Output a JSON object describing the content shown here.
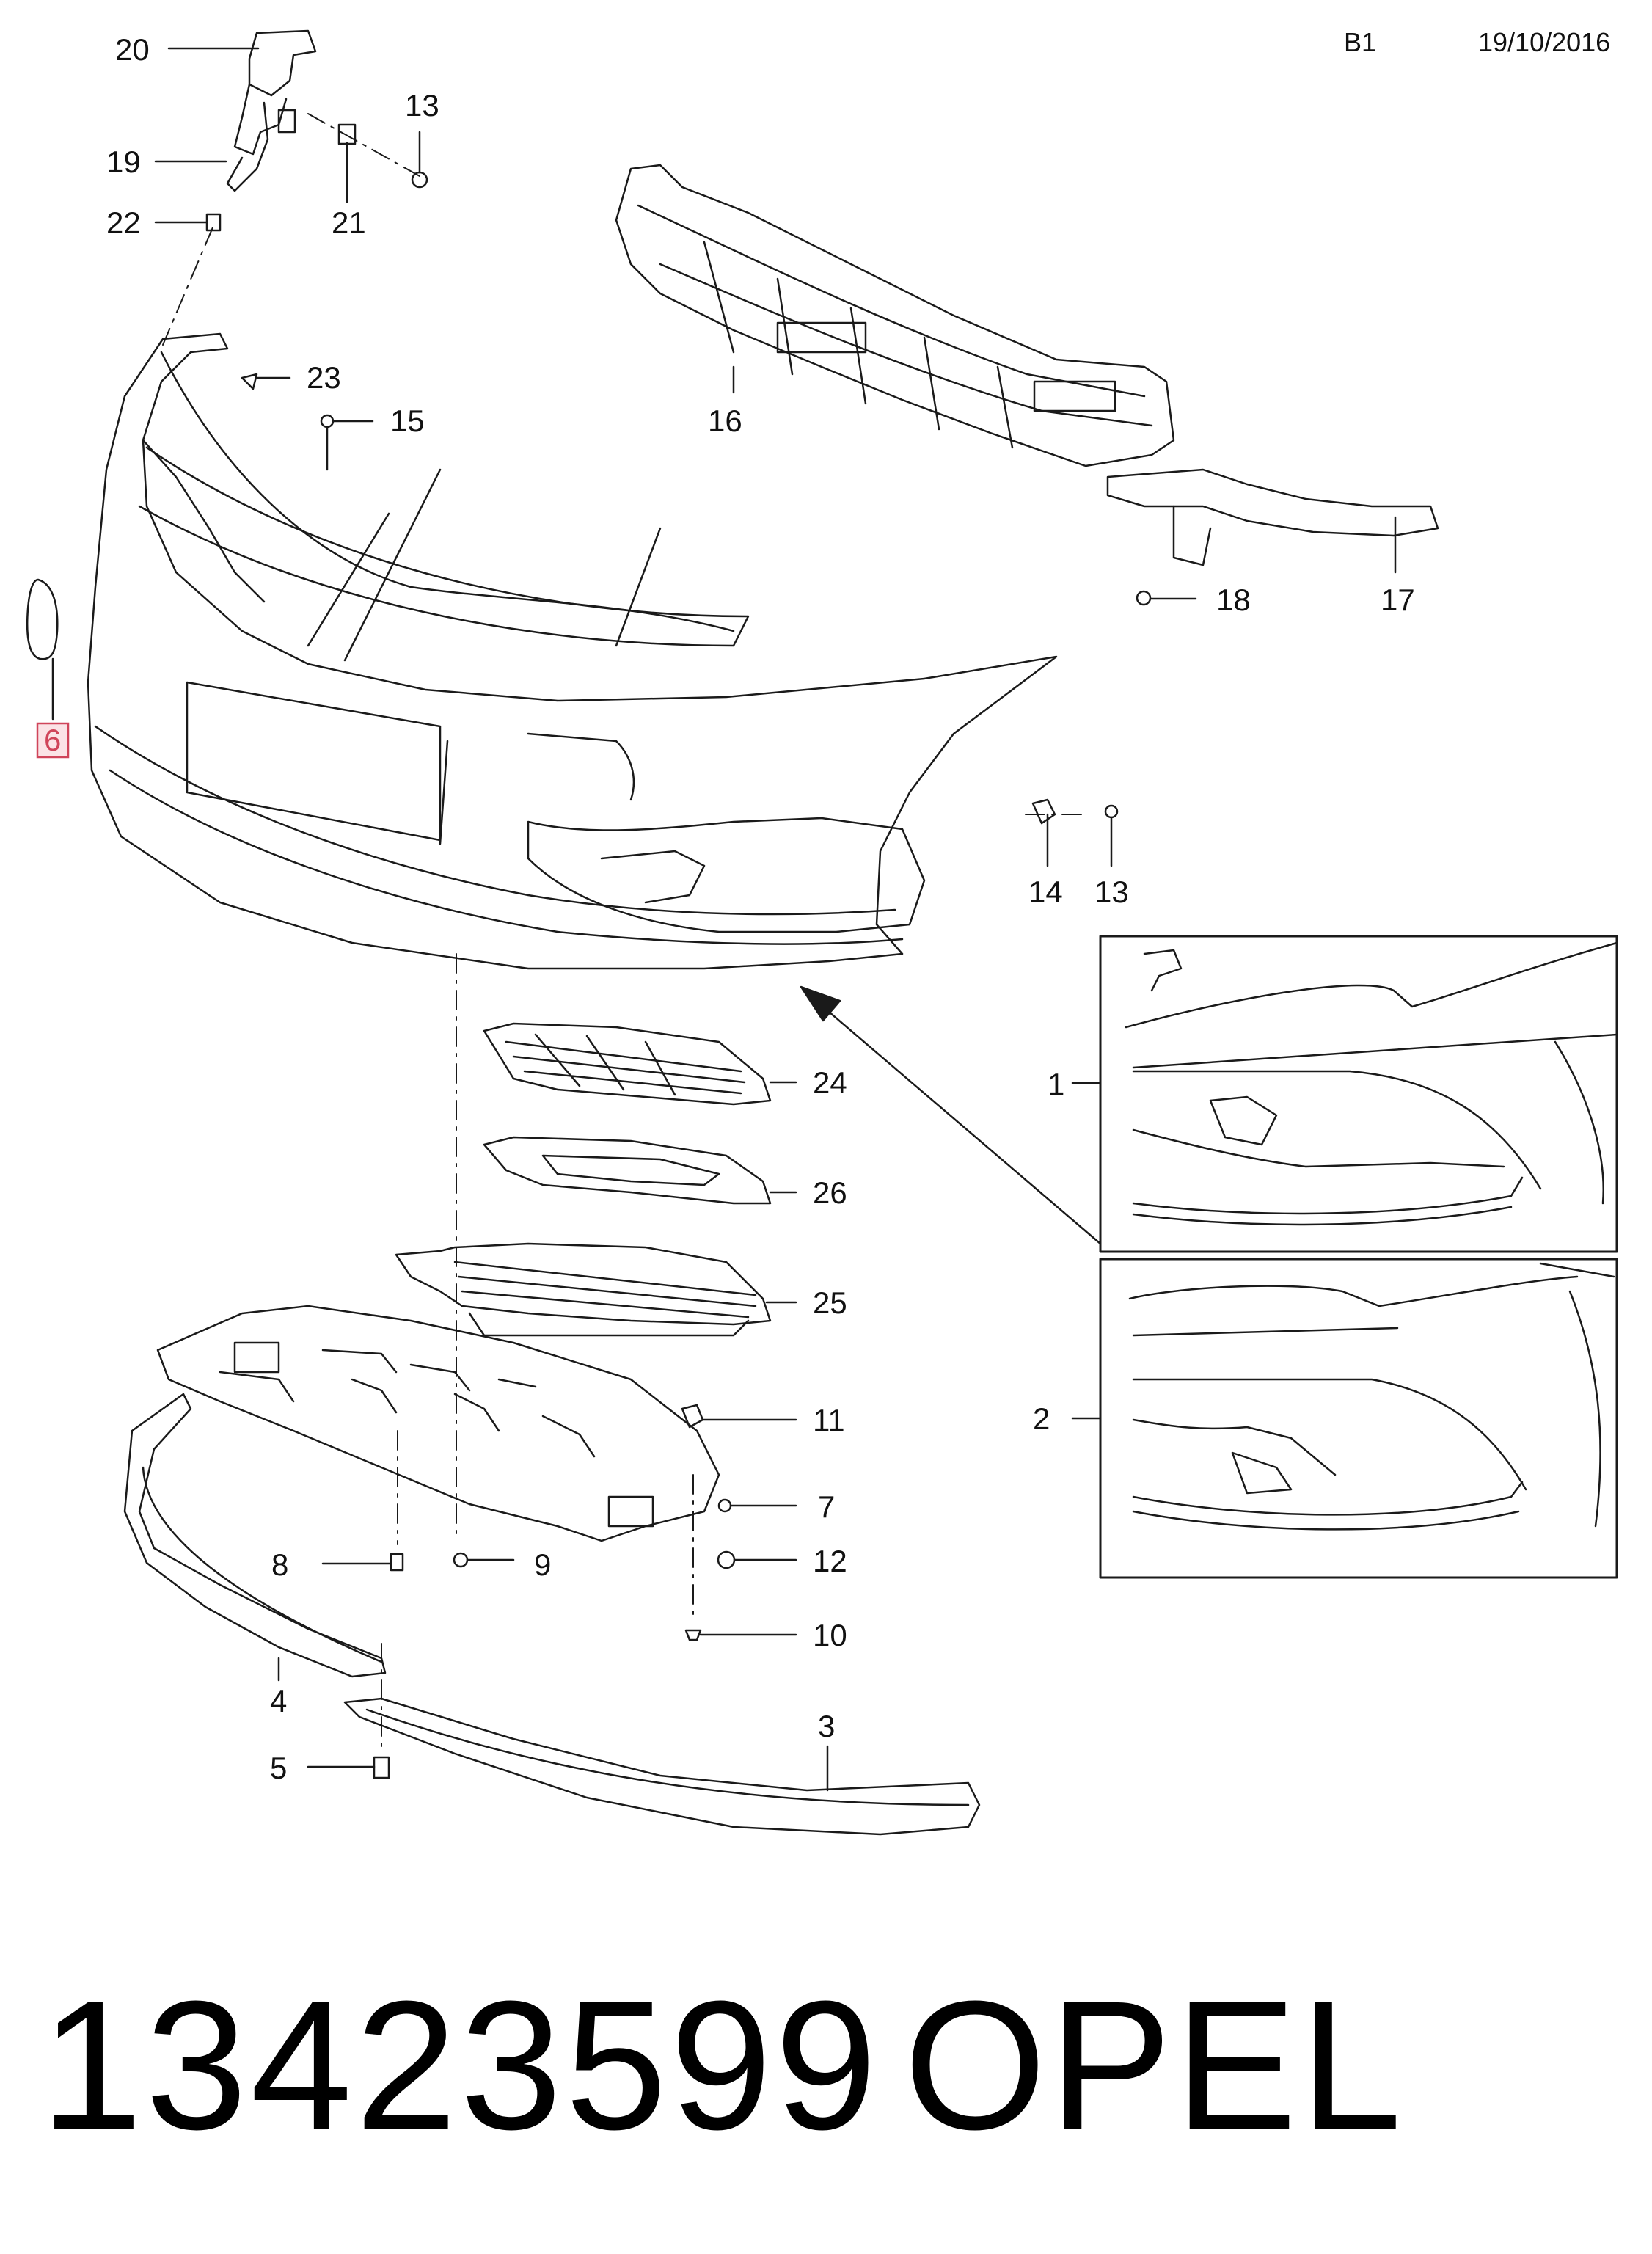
{
  "header": {
    "sheet": "B1",
    "date": "19/10/2016"
  },
  "parts": {
    "p1": "1",
    "p2": "2",
    "p3": "3",
    "p4": "4",
    "p5": "5",
    "p6": "6",
    "p7": "7",
    "p8": "8",
    "p9": "9",
    "p10": "10",
    "p11": "11",
    "p12": "12",
    "p13a": "13",
    "p13b": "13",
    "p14": "14",
    "p15": "15",
    "p16": "16",
    "p17": "17",
    "p18": "18",
    "p19": "19",
    "p20": "20",
    "p21": "21",
    "p22": "22",
    "p23": "23",
    "p24": "24",
    "p25": "25",
    "p26": "26"
  },
  "footer": {
    "part_number": "13423599",
    "brand": "OPEL"
  },
  "colors": {
    "line": "#1a1a1a",
    "highlight_border": "#d0455a",
    "highlight_fill": "#fbe3e6",
    "highlight_text": "#d0455a"
  }
}
